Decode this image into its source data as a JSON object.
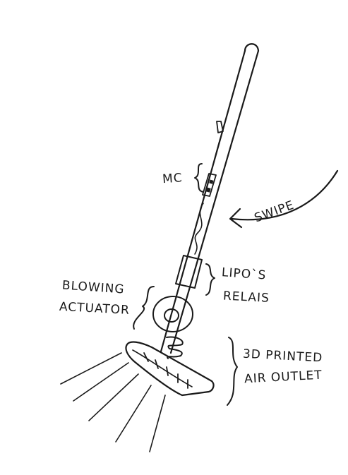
{
  "labels": {
    "mc": "MC",
    "swipe": "SWIPE",
    "blowing": "BLOWING",
    "actuator": "ACTUATOR",
    "lipos": "LIPO`S",
    "relais": "RELAIS",
    "printed": "3D PRINTED",
    "air_outlet": "AIR OUTLET"
  },
  "colors": {
    "ink": "#1a1a1a",
    "paper": "#ffffff"
  }
}
